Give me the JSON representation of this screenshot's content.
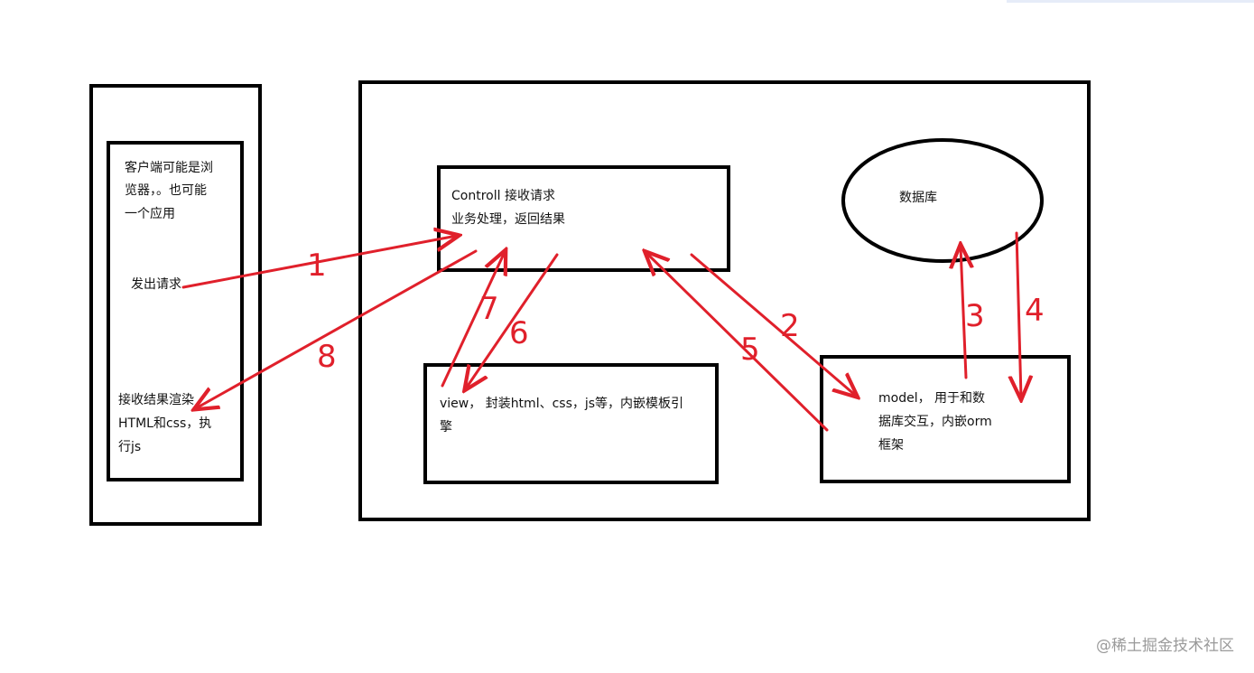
{
  "colors": {
    "arrow": "#e0202b",
    "box": "#000000"
  },
  "client": {
    "description": [
      "客户端可能是浏",
      "览器，。也可能",
      "一个应用"
    ],
    "send": "发出请求",
    "receive": [
      "接收结果渲染",
      "HTML和css，执",
      "行js"
    ]
  },
  "controller": {
    "lines": [
      "Controll  接收请求",
      "业务处理，返回结果"
    ]
  },
  "view": {
    "lines": [
      "view， 封装html、css，js等，内嵌模板引",
      "擎"
    ]
  },
  "model": {
    "lines": [
      "model， 用于和数",
      "据库交互，内嵌orm",
      "框架"
    ]
  },
  "database": {
    "label": "数据库"
  },
  "arrows": [
    {
      "label": "1",
      "from": "发出请求",
      "to": "Controll"
    },
    {
      "label": "2",
      "from": "Controll",
      "to": "model"
    },
    {
      "label": "3",
      "from": "model",
      "to": "数据库"
    },
    {
      "label": "4",
      "from": "数据库",
      "to": "model"
    },
    {
      "label": "5",
      "from": "model",
      "to": "Controll"
    },
    {
      "label": "6",
      "from": "Controll",
      "to": "view"
    },
    {
      "label": "7",
      "from": "view",
      "to": "Controll"
    },
    {
      "label": "8",
      "from": "Controll",
      "to": "接收结果渲染"
    }
  ],
  "watermark": "@稀土掘金技术社区"
}
